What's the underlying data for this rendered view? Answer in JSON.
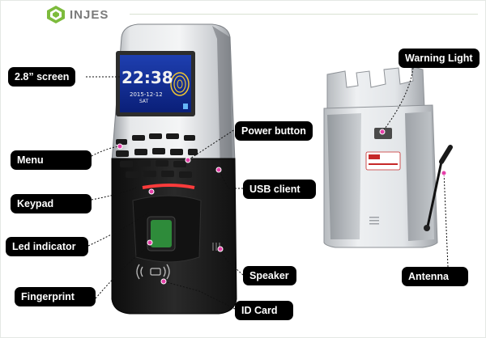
{
  "brand": {
    "name": "INJES",
    "logo_icon": "injes-logo-icon"
  },
  "screen": {
    "time": "22:38",
    "date": "2015-12-12",
    "day": "SAT"
  },
  "labels": {
    "screen": "2.8” screen",
    "menu": "Menu",
    "keypad": "Keypad",
    "led_indicator": "Led indicator",
    "fingerprint": "Fingerprint",
    "power_button": "Power button",
    "usb_client": "USB client",
    "speaker": "Speaker",
    "id_card": "ID Card",
    "warning_light": "Warning Light",
    "antenna": "Antenna"
  },
  "colors": {
    "label_bg": "#000000",
    "label_text": "#ffffff",
    "marker": "#e43fa7",
    "logo_green": "#7dbb3c"
  }
}
